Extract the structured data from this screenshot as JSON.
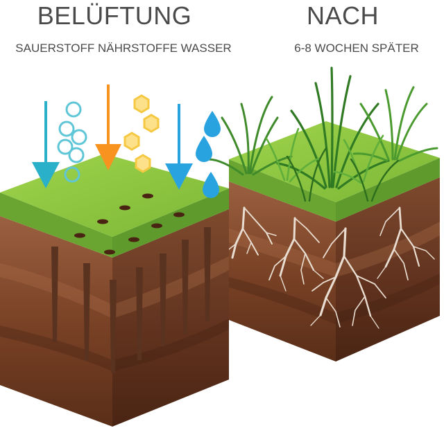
{
  "left_panel": {
    "title": "BELÜFTUNG",
    "subtitle": "SAUERSTOFF NÄHRSTOFFE WASSER"
  },
  "right_panel": {
    "title": "NACH",
    "subtitle": "6-8 WOCHEN SPÄTER"
  },
  "colors": {
    "text": "#4a4a4a",
    "grass_top": "#8cc63f",
    "grass_edge": "#6aa532",
    "soil_light": "#8a5436",
    "soil_dark": "#5a2e18",
    "arrow_blue": "#29abe2",
    "arrow_orange": "#f7931e",
    "oxygen_bubble": "#5ec6d6",
    "nutrient": "#f5c842",
    "water_drop": "#29a3e0",
    "root": "#e8ddd0"
  }
}
